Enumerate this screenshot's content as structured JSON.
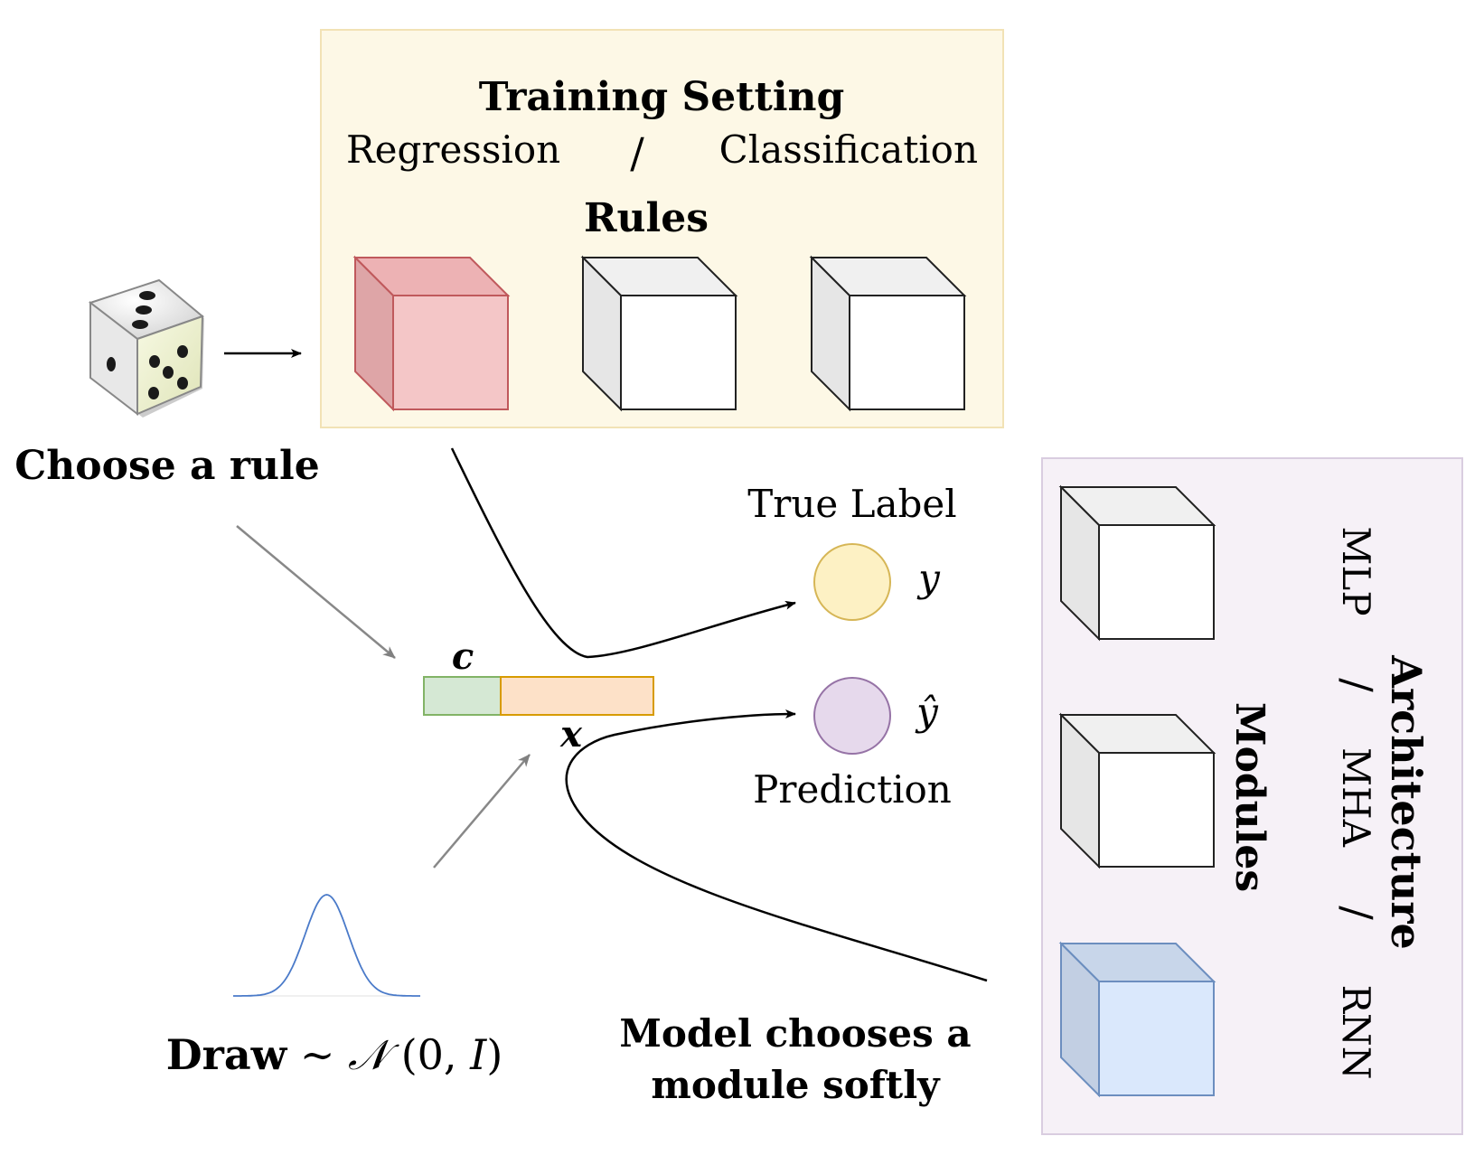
{
  "training_setting": {
    "title": "Training Setting",
    "option_a": "Regression",
    "separator": "/",
    "option_b": "Classification",
    "rules_title": "Rules",
    "panel_color": "#fdf8e6",
    "panel_border": "#f2e2b5",
    "selected_rule_color": "#f4c6c7",
    "selected_rule_border": "#c0595c"
  },
  "dice": {
    "icon": "dice-icon",
    "caption": "Choose a rule"
  },
  "input_vector": {
    "context_label": "c",
    "input_label": "x",
    "context_color": "#d5e8d4",
    "input_color": "#fde1c8"
  },
  "outputs": {
    "true_label_caption": "True Label",
    "true_label_symbol": "y",
    "true_label_color": "#fdf1c4",
    "prediction_caption": "Prediction",
    "prediction_symbol": "ŷ",
    "prediction_color": "#e6d9ec"
  },
  "distribution": {
    "icon": "gaussian-curve-icon",
    "caption_prefix": "Draw",
    "caption_tilde": "∼",
    "caption_dist": "𝒩",
    "caption_args": "(0, 𝐼)"
  },
  "model_caption": {
    "line1": "Model chooses a",
    "line2": "module softly"
  },
  "architecture": {
    "title": "Architecture",
    "modules_title": "Modules",
    "option_mlp": "MLP",
    "separator": "/",
    "option_mha": "MHA",
    "option_rnn": "RNN",
    "panel_color": "#f6f1f7",
    "panel_border": "#d9cde0",
    "selected_module_color": "#dae8fc",
    "selected_module_border": "#6c8ebf"
  }
}
